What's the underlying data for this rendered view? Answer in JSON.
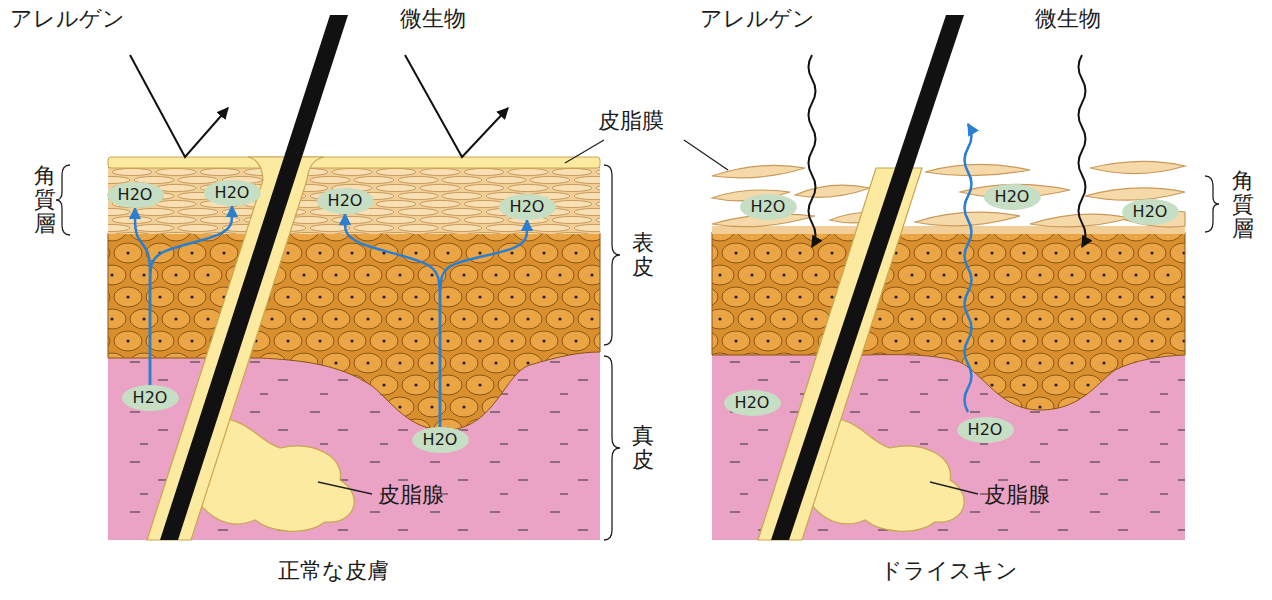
{
  "diagram": {
    "nodes": [
      {
        "text": [
          "H2O"
        ]
      },
      {
        "text": [
          "H2O"
        ]
      },
      {
        "text": [
          "H2O"
        ]
      },
      {
        "text": [
          "H2O"
        ]
      },
      {
        "text": [
          "H2O"
        ]
      },
      {
        "text": [
          "H2O"
        ]
      },
      {
        "text": [
          "H2O"
        ]
      },
      {
        "text": [
          "H2O"
        ]
      },
      {
        "text": [
          "H2O"
        ]
      },
      {
        "text": [
          "H2O"
        ]
      },
      {
        "text": [
          "H2O"
        ]
      }
    ],
    "edges": [
      {
        "from": 4,
        "to": 0,
        "arrow": "to"
      },
      {
        "from": 4,
        "to": 1,
        "arrow": "to"
      },
      {
        "from": 5,
        "to": 2,
        "arrow": "to"
      },
      {
        "from": 5,
        "to": 3,
        "arrow": "to"
      }
    ],
    "labels": [
      "アレルゲン",
      "微生物",
      "アレルゲン",
      "微生物",
      "皮脂膜",
      "角質層",
      "角質層",
      "表皮",
      "真皮",
      "皮脂腺",
      "皮脂腺",
      "正常な皮膚",
      "ドライスキン"
    ]
  }
}
